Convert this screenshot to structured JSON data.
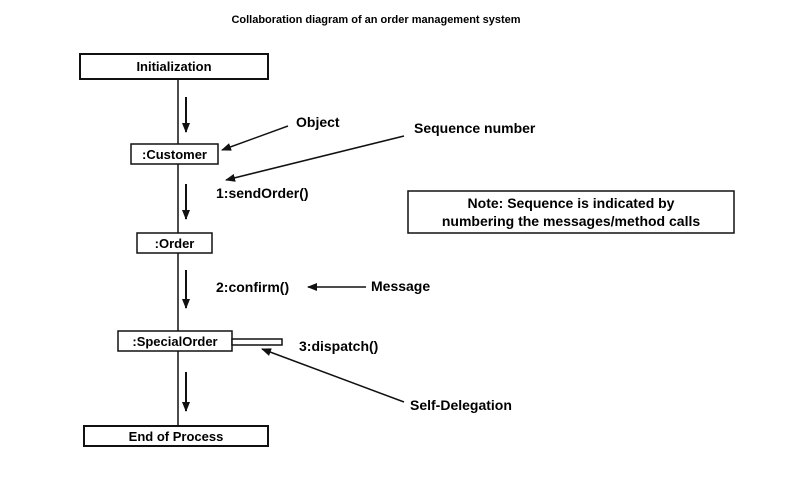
{
  "title": "Collaboration diagram of an order management system",
  "nodes": {
    "initialization": "Initialization",
    "customer": ":Customer",
    "order": ":Order",
    "special_order": ":SpecialOrder",
    "end": "End of Process"
  },
  "messages": {
    "send_order": "1:sendOrder()",
    "confirm": "2:confirm()",
    "dispatch": "3:dispatch()"
  },
  "annotations": {
    "object": "Object",
    "sequence_number": "Sequence number",
    "message": "Message",
    "self_delegation": "Self-Delegation"
  },
  "note": {
    "line1": "Note: Sequence is indicated by",
    "line2": "numbering the messages/method calls"
  }
}
